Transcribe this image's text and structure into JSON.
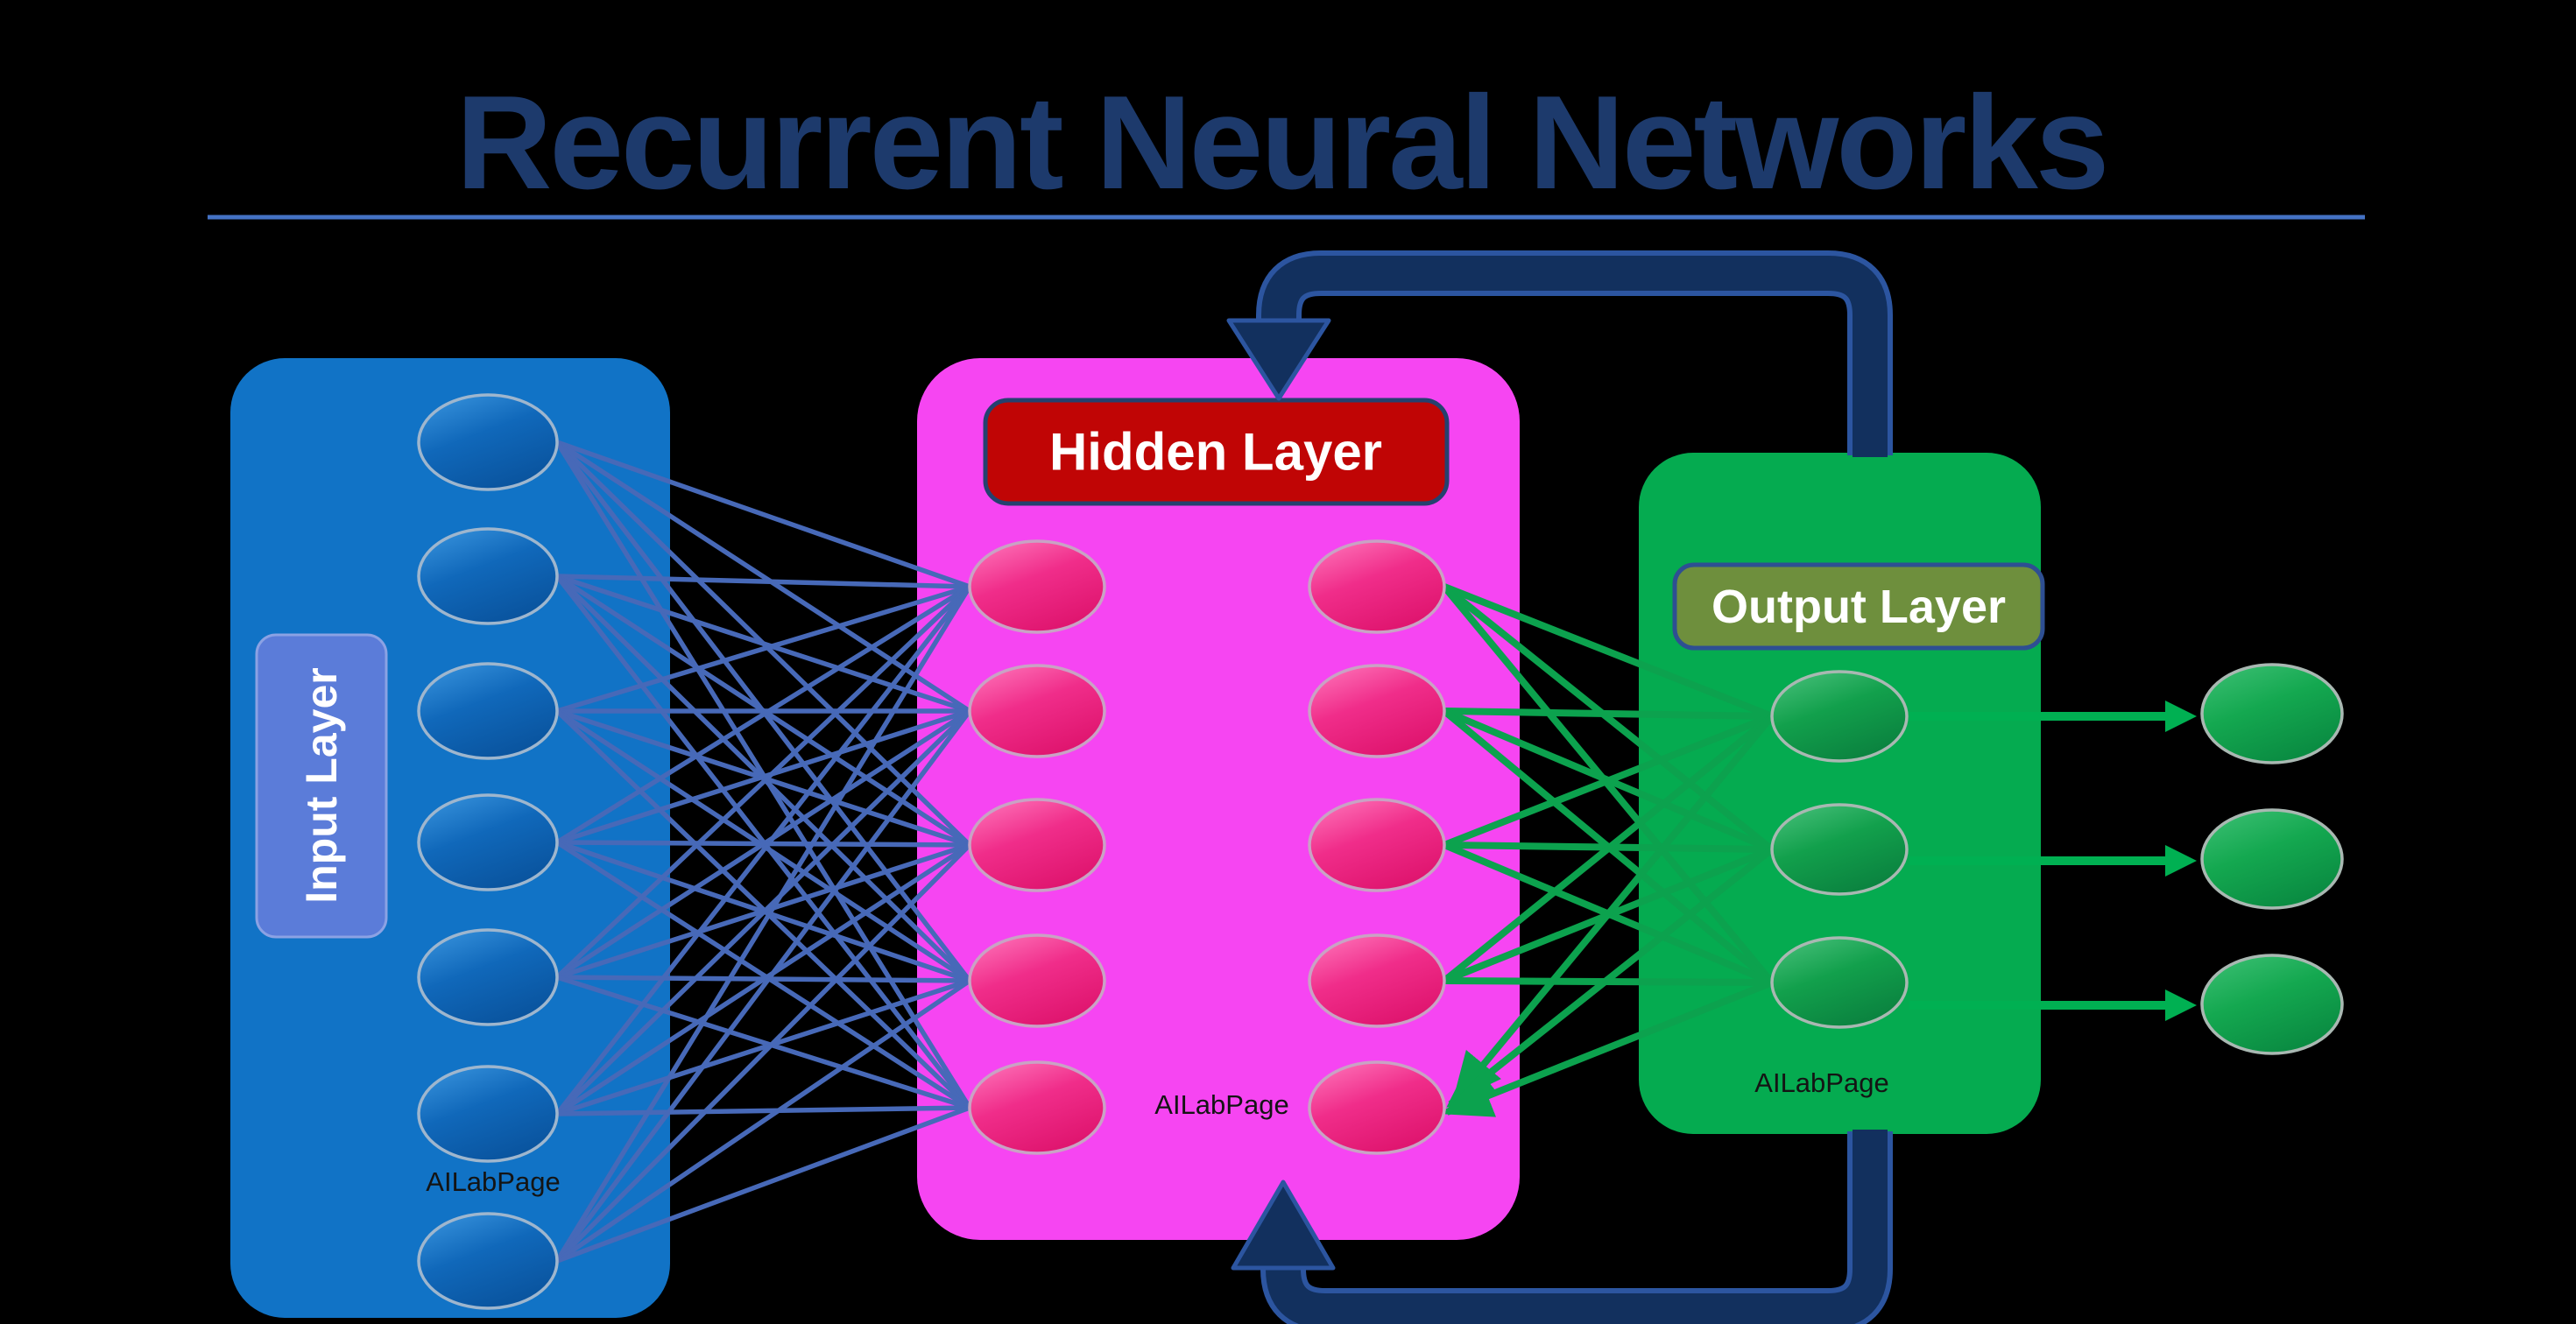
{
  "title": {
    "text": "Recurrent Neural Networks"
  },
  "watermark": "AILabPage",
  "diagram_type": "recurrent-neural-network",
  "layers": {
    "input": {
      "label": "Input Layer",
      "neuron_count": 7,
      "panel_color": "#1173c6",
      "label_bg": "#5b7cd9"
    },
    "hidden": {
      "label": "Hidden Layer",
      "neuron_count": 10,
      "columns": 2,
      "panel_color": "#f645f2",
      "label_bg": "#c00505"
    },
    "output": {
      "label": "Output Layer",
      "neuron_count": 3,
      "panel_color": "#05ab50",
      "label_bg": "#6e8f3d"
    },
    "final_outputs": {
      "neuron_count": 3
    }
  },
  "connections": {
    "input_to_hidden": {
      "count": 35,
      "color": "#4769b8"
    },
    "hidden_to_output": {
      "count": 15,
      "color": "#0ca24e"
    },
    "output_arrows": {
      "count": 3,
      "color": "#00b052"
    }
  },
  "feedback_loop": {
    "color": "#12305e",
    "outline_color": "#2c55a0",
    "direction": "output-to-hidden"
  },
  "colors": {
    "background": "#000000",
    "title": "#1d3a6c",
    "underline": "#4472c4"
  }
}
